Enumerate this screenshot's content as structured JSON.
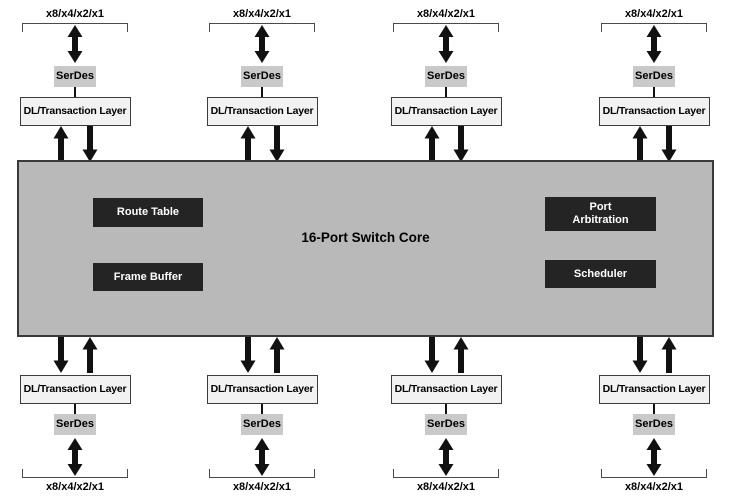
{
  "core": {
    "title": "16-Port Switch Core",
    "blocks": [
      {
        "id": "route-table",
        "label": "Route Table"
      },
      {
        "id": "frame-buffer",
        "label": "Frame Buffer"
      },
      {
        "id": "port-arbitration",
        "label": "Port\nArbitration"
      },
      {
        "id": "scheduler",
        "label": "Scheduler"
      }
    ]
  },
  "ports": {
    "top": [
      {
        "lane_label": "x8/x4/x2/x1",
        "serdes_label": "SerDes",
        "dl_label": "DL/Transaction Layer"
      },
      {
        "lane_label": "x8/x4/x2/x1",
        "serdes_label": "SerDes",
        "dl_label": "DL/Transaction Layer"
      },
      {
        "lane_label": "x8/x4/x2/x1",
        "serdes_label": "SerDes",
        "dl_label": "DL/Transaction Layer"
      },
      {
        "lane_label": "x8/x4/x2/x1",
        "serdes_label": "SerDes",
        "dl_label": "DL/Transaction Layer"
      }
    ],
    "bottom": [
      {
        "lane_label": "x8/x4/x2/x1",
        "serdes_label": "SerDes",
        "dl_label": "DL/Transaction Layer"
      },
      {
        "lane_label": "x8/x4/x2/x1",
        "serdes_label": "SerDes",
        "dl_label": "DL/Transaction Layer"
      },
      {
        "lane_label": "x8/x4/x2/x1",
        "serdes_label": "SerDes",
        "dl_label": "DL/Transaction Layer"
      },
      {
        "lane_label": "x8/x4/x2/x1",
        "serdes_label": "SerDes",
        "dl_label": "DL/Transaction Layer"
      }
    ]
  },
  "icons": {
    "bidirectional-link-arrow-icon": "thick vertical double-headed arrow (↕)",
    "up-arrow-icon": "thick solid up arrow (▲)",
    "down-arrow-icon": "thick solid down arrow (▼)",
    "lane-bracket": "span bracket over serial lanes"
  },
  "colors": {
    "background": "#ffffff",
    "text": "#000000",
    "core-fill": "#b9b9b9",
    "core-border": "#3a3a3a",
    "serdes-fill": "#c9c9c9",
    "dl-fill": "#f2f2f2",
    "dl-border": "#3c3c3c",
    "block-fill": "#242424",
    "block-text": "#ffffff",
    "arrow": "#111111",
    "bracket": "#4a4a4a"
  }
}
